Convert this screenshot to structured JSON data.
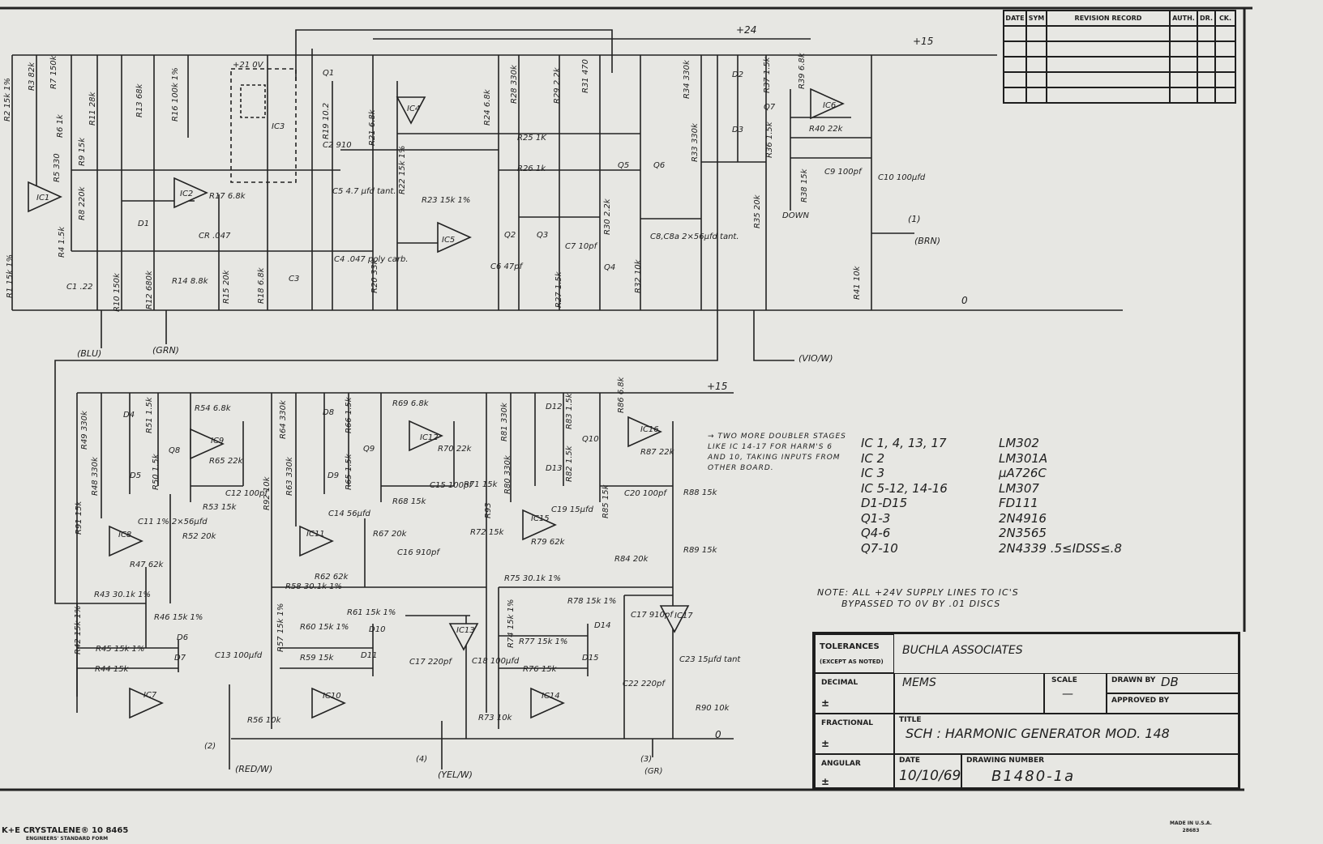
{
  "rails": {
    "plus24": "+24",
    "plus15_top": "+15",
    "zero_top": "0",
    "plus15_bottom": "+15",
    "zero_bottom": "0"
  },
  "components": {
    "R2": "R2 15k 1%",
    "R3": "R3 82k",
    "R7": "R7 150k",
    "R6": "R6 1k",
    "R5": "R5 330",
    "R9": "R9 15k",
    "R8": "R8 220k",
    "R4": "R4 1.5k",
    "R1": "R1 15k 1%",
    "IC1": "IC1",
    "IC2": "IC2",
    "IC3": "IC3",
    "IC4": "IC4",
    "IC5": "IC5",
    "IC6": "IC6",
    "R11": "R11 28k",
    "R13": "R13 68k",
    "R16": "R16 100k 1%",
    "R17": "R17 6.8k",
    "CR": "CR .047",
    "D1": "D1",
    "C1": "C1 .22",
    "R10": "R10 150k",
    "R12": "R12 680k",
    "R14": "R14 8.8k",
    "R15": "R15 20k",
    "R18": "R18 6.8k",
    "C3": "C3",
    "C4": "C4 .047 poly carb.",
    "C5": "C5 4.7 µfd tant.",
    "C2": "C2 910",
    "R19": "R19 10.2",
    "Q1": "Q1",
    "IC3PWR": "+21  0V",
    "R21": "R21 6.8k",
    "R20": "R20 33k",
    "R24": "R24 6.8k",
    "R22": "R22 15k 1%",
    "R23": "R23 15k 1%",
    "R28": "R28 330k",
    "R29": "R29 2.2k",
    "R31": "R31 470",
    "R25": "R25 1K",
    "R26": "R26 1k",
    "Q2": "Q2",
    "Q3": "Q3",
    "C6": "C6 47pf",
    "C7": "C7 10pf",
    "R27": "R27 1.5k",
    "R30": "R30 2.2k",
    "Q4": "Q4",
    "Q5": "Q5",
    "Q6": "Q6",
    "R32": "R32 10k",
    "C8": "C8,C8a 2×56µfd tant.",
    "R34": "R34 330k",
    "R33": "R33 330k",
    "D2": "D2",
    "D3": "D3",
    "R37": "R37 1.5k",
    "R39": "R39 6.8k",
    "Q7": "Q7",
    "R40": "R40 22k",
    "R36": "R36 1.5k",
    "R35": "R35 20k",
    "R38": "R38 15k",
    "C9": "C9 100pf",
    "C10": "C10 100µfd",
    "R41": "R41 10k",
    "DOWN": "DOWN",
    "R49": "R49 330k",
    "R48": "R48 330k",
    "D4": "D4",
    "D5": "D5",
    "R51": "R51 1.5k",
    "R50": "R50 1.5k",
    "Q8": "Q8",
    "R54": "R54 6.8k",
    "IC9": "IC9",
    "R65a": "R65 22k",
    "C12": "C12 100pf",
    "R53": "R53 15k",
    "R52": "R52 20k",
    "C11": "C11 1% 2×56µfd",
    "IC8": "IC8",
    "R47": "R47 62k",
    "R91": "R91 15k",
    "R43": "R43 30.1k 1%",
    "R42": "R42 15k 1%",
    "R46": "R46 15k 1%",
    "R45": "R45 15k 1%",
    "D6": "D6",
    "R44": "R44 15k",
    "D7": "D7",
    "IC7": "IC7",
    "C13": "C13 100µfd",
    "R56": "R56 10k",
    "R64": "R64 330k",
    "R63": "R63 330k",
    "D8": "D8",
    "R66": "R66 1.5k",
    "Q9": "Q9",
    "D9": "D9",
    "R65": "R65 1.5k",
    "R69": "R69 6.8k",
    "IC12": "IC12",
    "R70": "R70 22k",
    "C15": "C15 100pf",
    "R68": "R68 15k",
    "R67": "R67 20k",
    "C14": "C14 56µfd",
    "IC11": "IC11",
    "R92": "R92 10k",
    "R62": "R62 62k",
    "R58": "R58 30.1k 1%",
    "R57": "R57 15k 1%",
    "R60": "R60 15k 1%",
    "R61": "R61 15k 1%",
    "D10": "D10",
    "R59": "R59 15k",
    "D11": "D11",
    "IC10": "IC10",
    "C16": "C16 910pf",
    "R72": "R72 15k",
    "R71": "R71 15k",
    "R93": "R93",
    "IC13": "IC13",
    "C17a": "C17 220pf",
    "C18": "C18 100µfd",
    "R73": "R73 10k",
    "R81": "R81 330k",
    "R80": "R80 330k",
    "D12": "D12",
    "R83": "R83 1.5k",
    "Q10": "Q10",
    "D13": "D13",
    "R82": "R82 1.5k",
    "R86": "R86 6.8k",
    "IC16": "IC16",
    "R87": "R87 22k",
    "C20": "C20 100pf",
    "R85": "R85 15k",
    "R84": "R84 20k",
    "C19": "C19 15µfd",
    "IC15": "IC15",
    "R79": "R79 62k",
    "R75": "R75 30.1k 1%",
    "R74": "R74 15k 1%",
    "R78": "R78 15k 1%",
    "D14": "D14",
    "R77": "R77 15k 1%",
    "D15": "D15",
    "R76": "R76 15k",
    "IC14": "IC14",
    "C17b": "C17 910pf",
    "IC17": "IC17",
    "C22": "C22 220pf",
    "C23": "C23 15µfd tant",
    "R88": "R88 15k",
    "R89": "R89 15k",
    "R90": "R90 10k"
  },
  "connectors": {
    "blu": "(BLU)",
    "grn": "(GRN)",
    "brn_num": "(1)",
    "brn": "(BRN)",
    "vio": "(VIO/W)",
    "red_num": "(2)",
    "red": "(RED/W)",
    "yel_num": "(4)",
    "yel": "(YEL/W)",
    "gr_num": "(3)",
    "gr": "(GR)"
  },
  "notes": {
    "doubler": "→ TWO MORE DOUBLER STAGES LIKE IC 14-17 FOR HARM'S 6 AND 10, TAKING INPUTS FROM OTHER BOARD.",
    "bypass_line1": "NOTE: ALL +24V SUPPLY LINES TO IC'S",
    "bypass_line2": "BYPASSED TO 0V BY .01 DISCS"
  },
  "parts_list": [
    {
      "ref": "IC 1, 4, 13, 17",
      "part": "LM302"
    },
    {
      "ref": "IC 2",
      "part": "LM301A"
    },
    {
      "ref": "IC 3",
      "part": "µA726C"
    },
    {
      "ref": "IC 5-12, 14-16",
      "part": "LM307"
    },
    {
      "ref": "D1-D15",
      "part": "FD111"
    },
    {
      "ref": "Q1-3",
      "part": "2N4916"
    },
    {
      "ref": "Q4-6",
      "part": "2N3565"
    },
    {
      "ref": "Q7-10",
      "part": "2N4339  .5≤IDSS≤.8"
    }
  ],
  "revision_table": {
    "headers": [
      "DATE",
      "SYM",
      "REVISION RECORD",
      "AUTH.",
      "DR.",
      "CK."
    ]
  },
  "title_block": {
    "tolerances": "TOLERANCES",
    "except": "(EXCEPT AS NOTED)",
    "company": "BUCHLA ASSOCIATES",
    "decimal": "DECIMAL",
    "fractional": "FRACTIONAL",
    "angular": "ANGULAR",
    "pm": "±",
    "project": "MEMS",
    "scale_label": "SCALE",
    "scale_value": "—",
    "drawn_by_label": "DRAWN BY",
    "drawn_by": "DB",
    "approved_by_label": "APPROVED BY",
    "title_label": "TITLE",
    "title": "SCH :  HARMONIC  GENERATOR  MOD. 148",
    "date_label": "DATE",
    "date": "10/10/69",
    "drawing_number_label": "DRAWING NUMBER",
    "drawing_number": "B1480-1a"
  },
  "footer": {
    "brand": "K+E  CRYSTALENE® 10 8465",
    "form": "ENGINEERS' STANDARD FORM",
    "made": "MADE IN U.S.A.",
    "made_code": "28683"
  }
}
